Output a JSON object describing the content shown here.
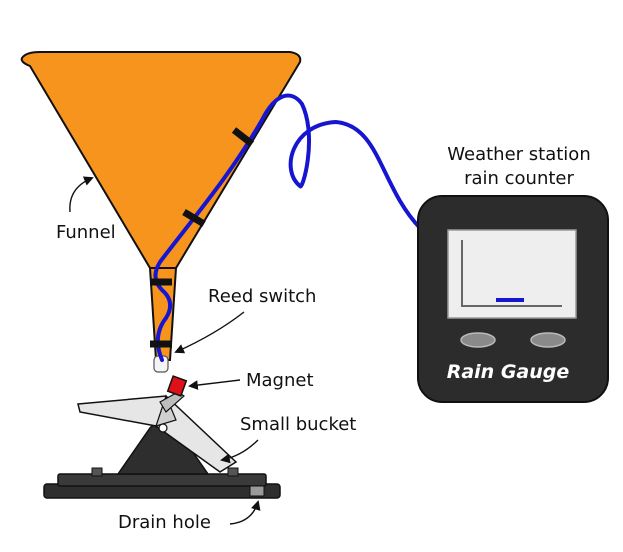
{
  "labels": {
    "weather_line1": "Weather station",
    "weather_line2": "rain counter",
    "funnel": "Funnel",
    "reed_switch": "Reed switch",
    "magnet": "Magnet",
    "small_bucket": "Small bucket",
    "drain_hole": "Drain hole",
    "gauge_title": "Rain Gauge"
  },
  "colors": {
    "funnel": "#f7941d",
    "wire": "#1616d0",
    "device": "#2c2c2c",
    "screen": "#eeeeee",
    "magnet": "#e0101a",
    "bucket": "#e6e6e6",
    "base": "#2e2e2e",
    "reading": "#1616d0"
  }
}
